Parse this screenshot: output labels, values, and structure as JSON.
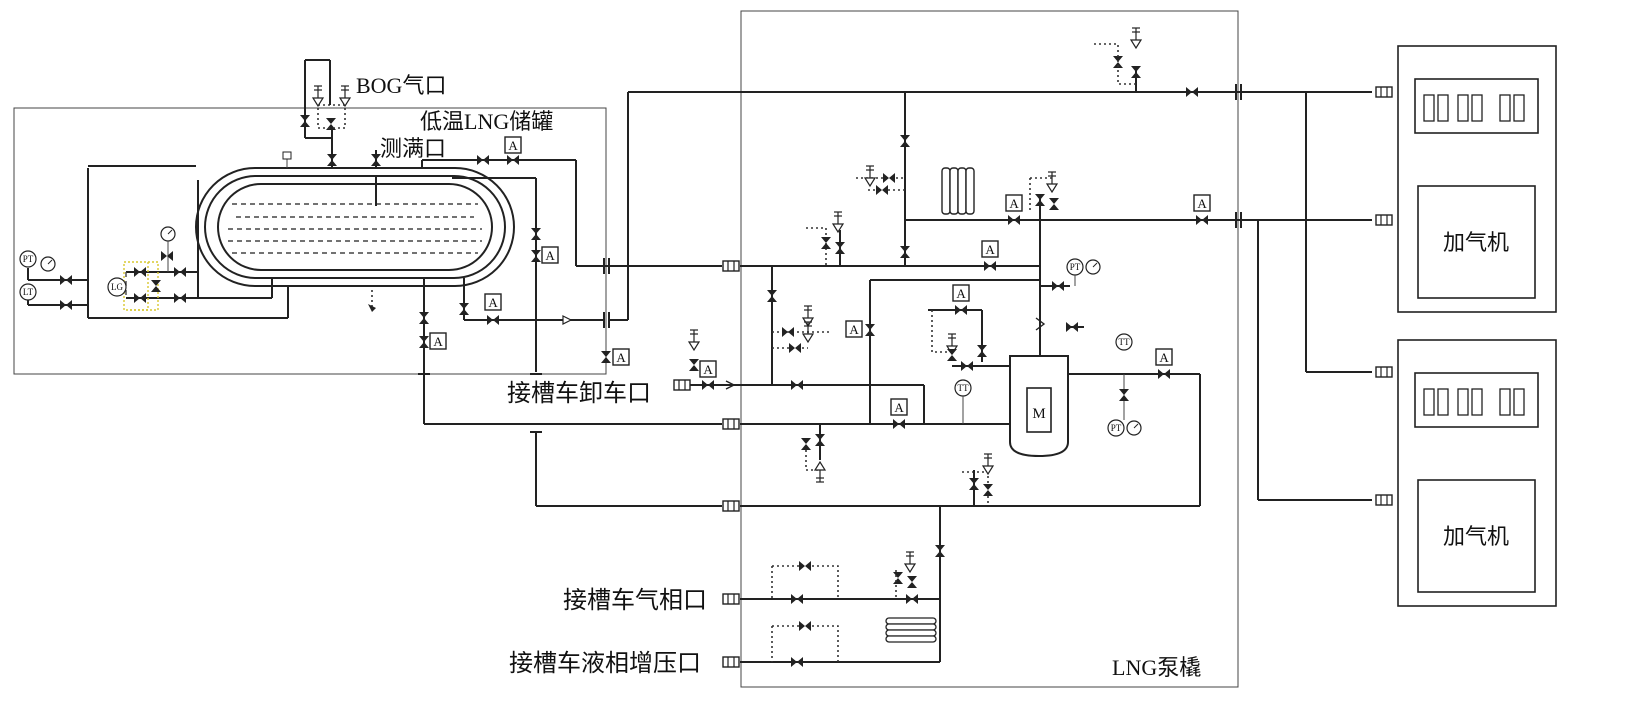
{
  "labels": {
    "bog_port": "BOG气口",
    "tank_name": "低温LNG储罐",
    "full_port": "测满口",
    "unload_port": "接槽车卸车口",
    "gas_port": "接槽车气相口",
    "liquid_port": "接槽车液相增压口",
    "pump_skid": "LNG泵橇",
    "dispenser_1": "加气机",
    "dispenser_2": "加气机",
    "motor": "M"
  },
  "instruments": {
    "pt": "PT",
    "lt": "LT",
    "lg": "LG",
    "tt": "TT",
    "actuator": "A"
  }
}
